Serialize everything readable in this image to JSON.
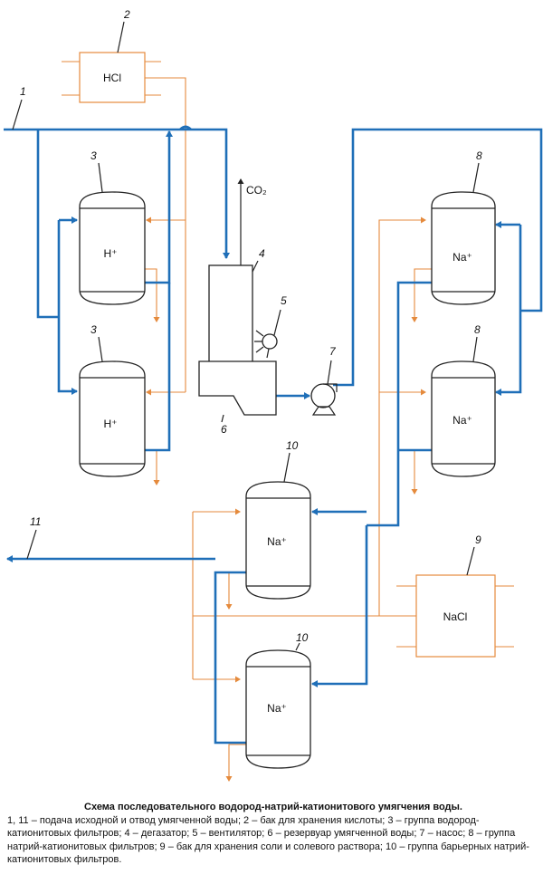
{
  "labels": {
    "hcl": "HCl",
    "nacl": "NaCl",
    "co2": "CO₂",
    "h_plus": "H⁺",
    "na_plus": "Na⁺"
  },
  "numbers": {
    "n1": "1",
    "n2": "2",
    "n3": "3",
    "n4": "4",
    "n5": "5",
    "n6": "6",
    "n7": "7",
    "n8": "8",
    "n9": "9",
    "n10": "10",
    "n11": "11"
  },
  "caption": {
    "title": "Схема последовательного водород-натрий-катионитового умягчения воды.",
    "text": "1, 11 – подача исходной и отвод умягченной воды; 2 – бак для хранения кислоты; 3 – группа водород-катионитовых фильтров; 4 – дегазатор; 5 – вентилятор; 6 – резервуар умягченной воды; 7 – насос; 8 – группа натрий-катионитовых фильтров; 9 – бак для хранения соли и солевого раствора; 10 – группа барьерных натрий-катионитовых фильтров."
  },
  "colors": {
    "water": "#1f6fb8",
    "reagent": "#e58a3c",
    "outline": "#222222"
  }
}
